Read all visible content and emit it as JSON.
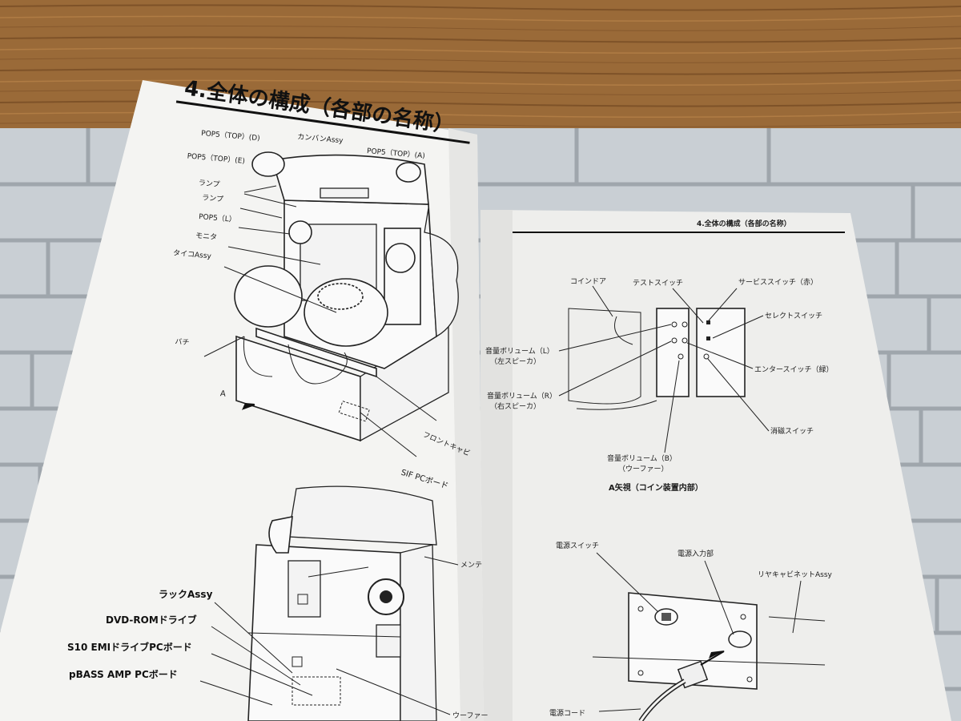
{
  "left_page": {
    "title": "4.全体の構成（各部の名称）",
    "top_labels": [
      "POP5（TOP）(D)",
      "カンバンAssy",
      "POP5（TOP）(A)",
      "POP5（TOP）(E)",
      "ランプ",
      "ランプ",
      "POP5（L）",
      "モニタ",
      "タイコAssy",
      "バチ",
      "A",
      "フロントキャビ",
      "SIF PCボード"
    ],
    "bottom_labels": [
      "ラックAssy",
      "DVD-ROMドライブ",
      "S10 EMIドライブPCボード",
      "pBASS AMP PCボード",
      "メンテ",
      "ウーファー"
    ]
  },
  "right_page": {
    "header": "4.全体の構成（各部の名称）",
    "coin_labels": [
      "コインドア",
      "テストスイッチ",
      "サービススイッチ（赤）",
      "セレクトスイッチ",
      "音量ボリューム（L）",
      "（左スピーカ）",
      "エンタースイッチ（緑）",
      "音量ボリューム（R）",
      "（右スピーカ）",
      "消磁スイッチ",
      "音量ボリューム（B）",
      "（ウーファー）"
    ],
    "coin_caption": "A矢視（コイン装置内部）",
    "power_labels": [
      "電源スイッチ",
      "電源入力部",
      "リヤキャビネットAssy",
      "電源コード"
    ]
  }
}
